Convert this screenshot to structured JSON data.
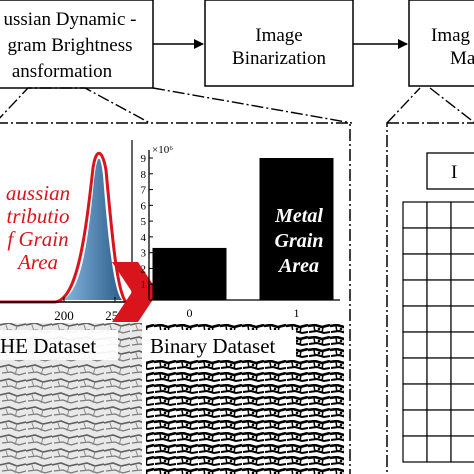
{
  "boxes": {
    "transformation": {
      "line1": "ussian Dynamic -",
      "line2": "gram Brightness",
      "line3": "ansformation"
    },
    "binarization": {
      "line1": "Image",
      "line2": "Binarization"
    },
    "right_box": {
      "line1": "Imag",
      "line2": "Ma"
    }
  },
  "histogram_panel": {
    "overlay": [
      "aussian",
      "tributio",
      "f Grain",
      "Area"
    ],
    "x_ticks": [
      "200",
      "250"
    ],
    "dataset_label": "HE Dataset"
  },
  "binary_panel": {
    "dataset_label": "Binary Dataset"
  },
  "right_panel": {
    "header": "I"
  },
  "colors": {
    "accent_red": "#d9141c",
    "histogram_blue": "#3f7fb4",
    "bar_black": "#000000"
  },
  "chart_data": {
    "type": "bar",
    "categories": [
      "0",
      "1"
    ],
    "values": [
      3.3,
      9.0
    ],
    "multiplier_label": "×10⁶",
    "y_ticks": [
      "1",
      "2",
      "3",
      "4",
      "5",
      "6",
      "7",
      "8",
      "9"
    ],
    "ylim": [
      0,
      9.5
    ],
    "annotation": [
      "Metal",
      "Grain",
      "Area"
    ],
    "xlabel": "",
    "ylabel": ""
  }
}
